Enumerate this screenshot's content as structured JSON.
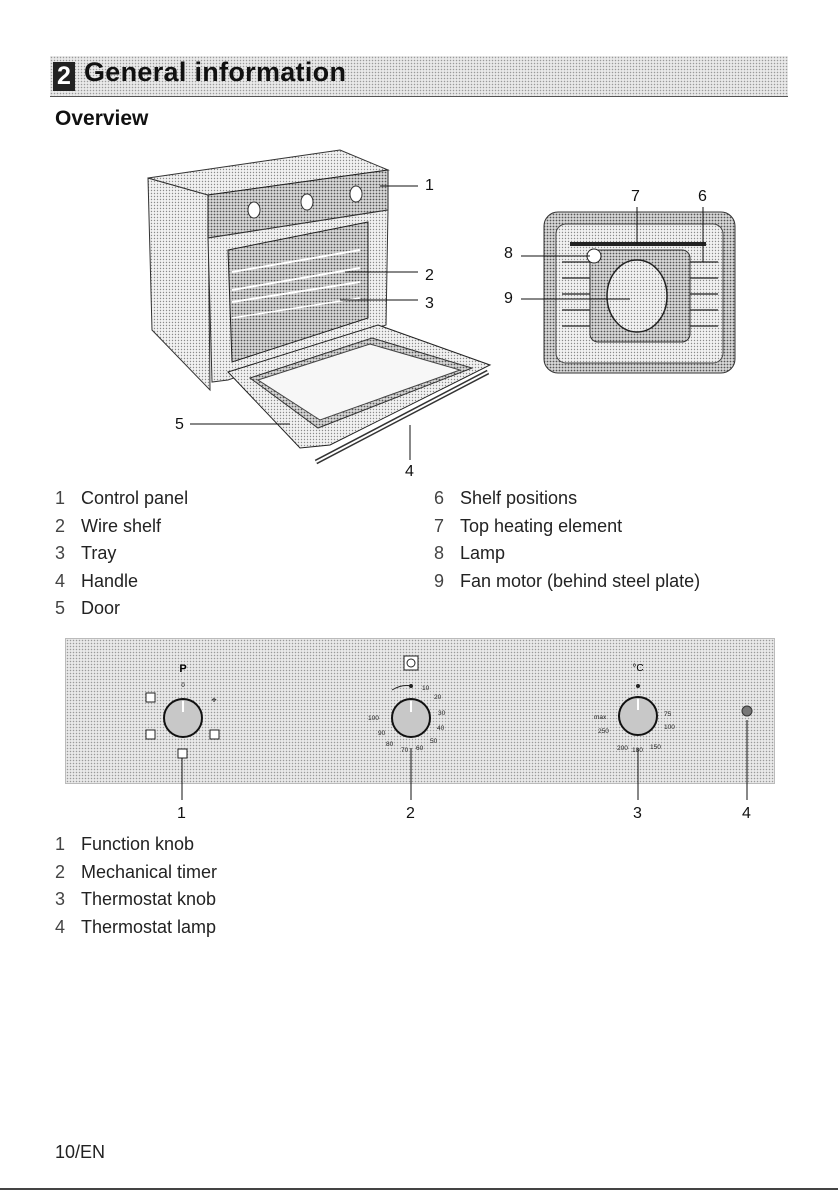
{
  "section": {
    "number": "2",
    "title": "General information"
  },
  "subheading": "Overview",
  "figure1": {
    "callouts": [
      "1",
      "2",
      "3",
      "4",
      "5"
    ]
  },
  "figure2": {
    "callouts": [
      "6",
      "7",
      "8",
      "9"
    ]
  },
  "overview_list_left": [
    {
      "num": "1",
      "label": "Control panel"
    },
    {
      "num": "2",
      "label": "Wire shelf"
    },
    {
      "num": "3",
      "label": "Tray"
    },
    {
      "num": "4",
      "label": "Handle"
    },
    {
      "num": "5",
      "label": "Door"
    }
  ],
  "overview_list_right": [
    {
      "num": "6",
      "label": "Shelf positions"
    },
    {
      "num": "7",
      "label": "Top heating element"
    },
    {
      "num": "8",
      "label": "Lamp"
    },
    {
      "num": "9",
      "label": "Fan motor (behind steel plate)"
    }
  ],
  "control_panel": {
    "function_knob": {
      "top_label": "P",
      "zero": "0"
    },
    "timer_knob": {
      "ticks": [
        "10",
        "20",
        "30",
        "40",
        "50",
        "60",
        "70",
        "80",
        "90",
        "100"
      ]
    },
    "thermostat_knob": {
      "unit": "°C",
      "ticks": [
        "max",
        "250",
        "200",
        "180",
        "150",
        "100",
        "75"
      ]
    },
    "callouts": [
      "1",
      "2",
      "3",
      "4"
    ]
  },
  "panel_list": [
    {
      "num": "1",
      "label": "Function knob"
    },
    {
      "num": "2",
      "label": "Mechanical timer"
    },
    {
      "num": "3",
      "label": "Thermostat knob"
    },
    {
      "num": "4",
      "label": "Thermostat lamp"
    }
  ],
  "footer": "10/EN"
}
